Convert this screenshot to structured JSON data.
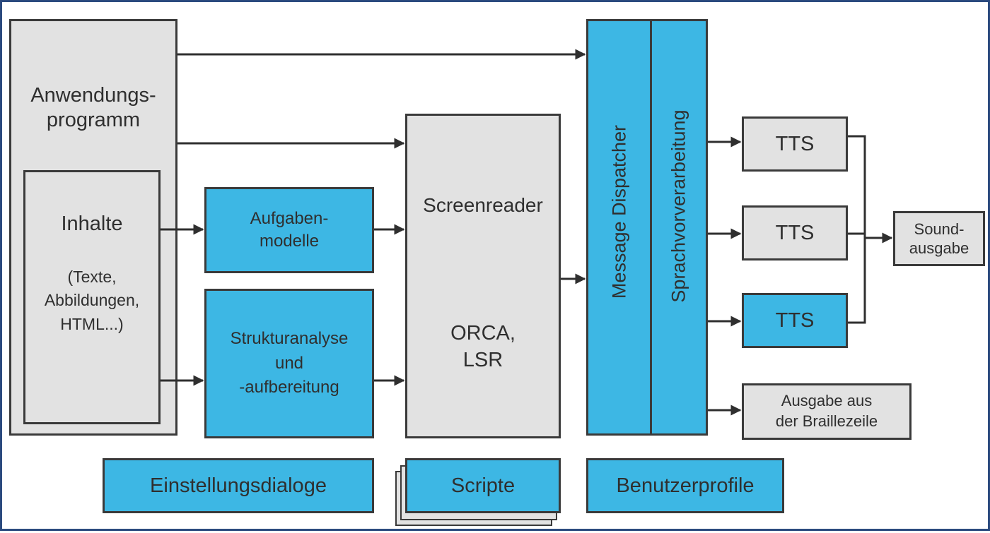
{
  "anwendungsprogramm": {
    "line1": "Anwendungs-",
    "line2": "programm"
  },
  "inhalte": {
    "title": "Inhalte",
    "line1": "(Texte,",
    "line2": "Abbildungen,",
    "line3": "HTML...)"
  },
  "aufgabenmodelle": {
    "line1": "Aufgaben-",
    "line2": "modelle"
  },
  "strukturanalyse": {
    "line1": "Strukturanalyse",
    "line2": "und",
    "line3": "-aufbereitung"
  },
  "screenreader": {
    "title": "Screenreader",
    "line1": "ORCA,",
    "line2": "LSR"
  },
  "message_dispatcher": {
    "label": "Message Dispatcher"
  },
  "sprachvorverarbeitung": {
    "label": "Sprachvorverarbeitung"
  },
  "tts": [
    "TTS",
    "TTS",
    "TTS"
  ],
  "soundausgabe": {
    "line1": "Sound-",
    "line2": "ausgabe"
  },
  "braille": {
    "line1": "Ausgabe aus",
    "line2": "der Braillezeile"
  },
  "einstellungsdialoge": {
    "label": "Einstellungsdialoge"
  },
  "scripte": {
    "label": "Scripte"
  },
  "benutzerprofile": {
    "label": "Benutzerprofile"
  },
  "colors": {
    "blue": "#3db7e4",
    "grey": "#e2e2e2",
    "border": "#3a3a3a",
    "frame": "#2b4a7e"
  }
}
